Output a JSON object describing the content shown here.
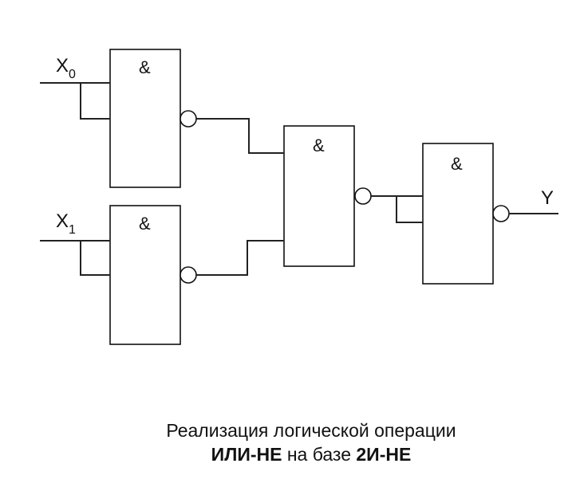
{
  "labels": {
    "x0_main": "X",
    "x0_sub": "0",
    "x1_main": "X",
    "x1_sub": "1",
    "y": "Y"
  },
  "gates": [
    {
      "id": "gate-1",
      "symbol": "&",
      "inverted_output": true
    },
    {
      "id": "gate-2",
      "symbol": "&",
      "inverted_output": true
    },
    {
      "id": "gate-3",
      "symbol": "&",
      "inverted_output": true
    },
    {
      "id": "gate-4",
      "symbol": "&",
      "inverted_output": true
    }
  ],
  "caption": {
    "line1": "Реализация логической операции",
    "line2_bold_1": "ИЛИ-НЕ",
    "line2_middle": " на базе ",
    "line2_bold_2": "2И-НЕ"
  }
}
